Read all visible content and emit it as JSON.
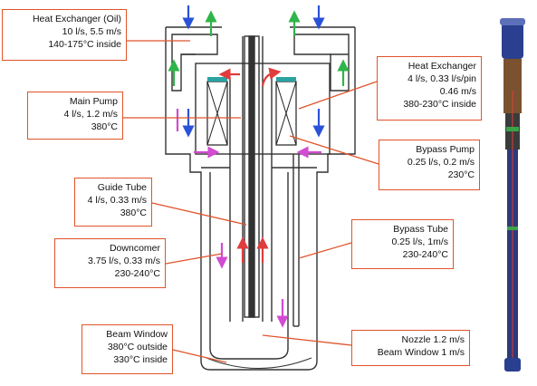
{
  "callouts": {
    "heat_exchanger_oil": [
      "Heat Exchanger (Oil)",
      "10 l/s, 5.5 m/s",
      "140-175°C inside"
    ],
    "main_pump": [
      "Main Pump",
      "4 l/s, 1.2 m/s",
      "380°C"
    ],
    "guide_tube": [
      "Guide Tube",
      "4 l/s, 0.33 m/s",
      "380°C"
    ],
    "downcomer": [
      "Downcomer",
      "3.75 l/s, 0.33 m/s",
      "230-240°C"
    ],
    "beam_window": [
      "Beam Window",
      "380°C outside",
      "330°C inside"
    ],
    "heat_exchanger": [
      "Heat Exchanger",
      "4 l/s, 0.33 l/s/pin",
      "0.46 m/s",
      "380-230°C inside"
    ],
    "bypass_pump": [
      "Bypass Pump",
      "0.25 l/s, 0.2 m/s",
      "230°C"
    ],
    "bypass_tube": [
      "Bypass Tube",
      "0.25 l/s, 1m/s",
      "230-240°C"
    ],
    "nozzle": [
      "Nozzle 1.2 m/s",
      "Beam Window 1 m/s"
    ]
  },
  "colors": {
    "callout_border": "#e0542a",
    "flow_hot": "#e03c3c",
    "flow_cold": "#2a52d8",
    "flow_oil_out": "#2fb54a",
    "flow_bypass": "#d24bd2",
    "coil_fill": "#2aa3a3"
  }
}
